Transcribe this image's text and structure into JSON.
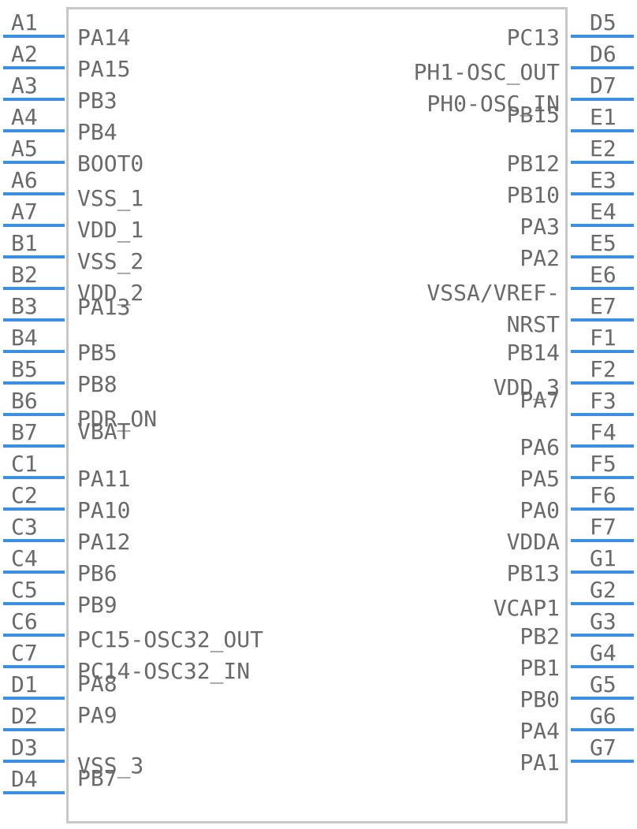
{
  "title": "",
  "colors": {
    "pin": "#3d8fe4",
    "outline": "#c8c8c8",
    "text": "#6a6a6a",
    "background": "#ffffff"
  },
  "left_pins": [
    {
      "number": "A1",
      "name": "PA14"
    },
    {
      "number": "A2",
      "name": "PA15"
    },
    {
      "number": "A3",
      "name": "PB3"
    },
    {
      "number": "A4",
      "name": "PB4"
    },
    {
      "number": "A5",
      "name": "BOOT0"
    },
    {
      "number": "A6",
      "name": "VSS_1"
    },
    {
      "number": "A7",
      "name": "VDD_1"
    },
    {
      "number": "B1",
      "name": "VSS_2"
    },
    {
      "number": "B2",
      "name": "VDD_2"
    },
    {
      "number": "B3",
      "name": "PA13"
    },
    {
      "number": "B4",
      "name": "PB5"
    },
    {
      "number": "B5",
      "name": "PB8"
    },
    {
      "number": "B6",
      "name": "PDR_ON"
    },
    {
      "number": "B7",
      "name": "VBAT"
    },
    {
      "number": "C1",
      "name": "PA11"
    },
    {
      "number": "C2",
      "name": "PA10"
    },
    {
      "number": "C3",
      "name": "PA12"
    },
    {
      "number": "C4",
      "name": "PB6"
    },
    {
      "number": "C5",
      "name": "PB9"
    },
    {
      "number": "C6",
      "name": "PC15-OSC32_OUT"
    },
    {
      "number": "C7",
      "name": "PC14-OSC32_IN"
    },
    {
      "number": "D1",
      "name": "PA8"
    },
    {
      "number": "D2",
      "name": "PA9"
    },
    {
      "number": "D3",
      "name": "VSS_3"
    },
    {
      "number": "D4",
      "name": "PB7"
    }
  ],
  "right_pins": [
    {
      "number": "D5",
      "name": "PC13"
    },
    {
      "number": "D6",
      "name": "PH1-OSC_OUT"
    },
    {
      "number": "D7",
      "name": "PH0-OSC_IN"
    },
    {
      "number": "E1",
      "name": "PB15"
    },
    {
      "number": "E2",
      "name": "PB12"
    },
    {
      "number": "E3",
      "name": "PB10"
    },
    {
      "number": "E4",
      "name": "PA3"
    },
    {
      "number": "E5",
      "name": "PA2"
    },
    {
      "number": "E6",
      "name": "VSSA/VREF-"
    },
    {
      "number": "E7",
      "name": "NRST"
    },
    {
      "number": "F1",
      "name": "PB14"
    },
    {
      "number": "F2",
      "name": "VDD_3"
    },
    {
      "number": "F3",
      "name": "PA7"
    },
    {
      "number": "F4",
      "name": "PA6"
    },
    {
      "number": "F5",
      "name": "PA5"
    },
    {
      "number": "F6",
      "name": "PA0"
    },
    {
      "number": "F7",
      "name": "VDDA"
    },
    {
      "number": "G1",
      "name": "PB13"
    },
    {
      "number": "G2",
      "name": "VCAP1"
    },
    {
      "number": "G3",
      "name": "PB2"
    },
    {
      "number": "G4",
      "name": "PB1"
    },
    {
      "number": "G5",
      "name": "PB0"
    },
    {
      "number": "G6",
      "name": "PA4"
    },
    {
      "number": "G7",
      "name": "PA1"
    }
  ]
}
